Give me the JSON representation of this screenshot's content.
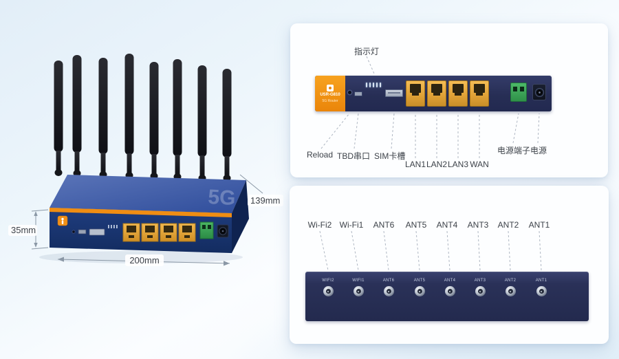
{
  "photo": {
    "watermark": "5G",
    "dim_depth": "139mm",
    "dim_height": "35mm",
    "dim_width": "200mm"
  },
  "rear": {
    "indicator_callout": "指示灯",
    "brand_model": "USR-G810",
    "brand_sub": "5G Router",
    "callout_reload": "Reload",
    "callout_serial": "TBD串口",
    "callout_sim": "SIM卡槽",
    "port_labels": [
      "LAN1",
      "LAN2",
      "LAN3",
      "WAN"
    ],
    "callout_power_terminal": "电源端子",
    "callout_power": "电源"
  },
  "antenna_panel": {
    "callouts": [
      "Wi-Fi2",
      "Wi-Fi1",
      "ANT6",
      "ANT5",
      "ANT4",
      "ANT3",
      "ANT2",
      "ANT1"
    ],
    "port_labels": [
      "WIFI2",
      "WIFI1",
      "ANT6",
      "ANT5",
      "ANT4",
      "ANT3",
      "ANT2",
      "ANT1"
    ]
  },
  "colors": {
    "accent_orange": "#f0901a",
    "device_navy": "#2a3158",
    "body_blue": "#1f3d7f",
    "port_yellow": "#e9ab3e",
    "terminal_green": "#2f9e4e",
    "background_blue": "#e3eff8"
  },
  "icons": {
    "brand_logo": "walking-figure"
  }
}
